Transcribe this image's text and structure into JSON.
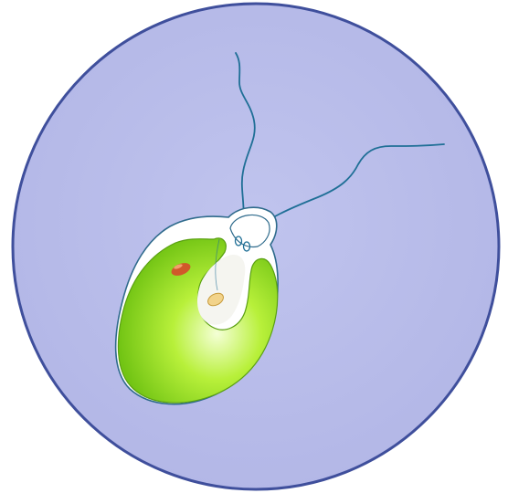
{
  "illustration": {
    "subject": "flagellated-green-alga-cell",
    "icon": "chlamydomonas-icon",
    "colors": {
      "background_disc_fill": "#b2b6e6",
      "background_disc_stroke": "#3f4f9c",
      "cell_wall_fill": "#ffffff",
      "cell_wall_stroke": "#2f6b8c",
      "chloroplast_light": "#f4ffd6",
      "chloroplast_mid": "#b8f03a",
      "chloroplast_dark": "#72c414",
      "chloroplast_edge": "#5aa012",
      "cytoplasm_fill": "#f5f5f0",
      "flagellum_stroke": "#1f6f96",
      "eyespot_fill": "#d0592a",
      "eyespot_highlight": "#f3a06d",
      "nucleus_fill": "#f2d38a",
      "nucleus_stroke": "#c79a3a"
    },
    "parts": {
      "flagella_count": 2,
      "basal_bodies_count": 2,
      "has_eyespot": true,
      "has_nucleus": true,
      "has_cup_shaped_chloroplast": true
    }
  }
}
